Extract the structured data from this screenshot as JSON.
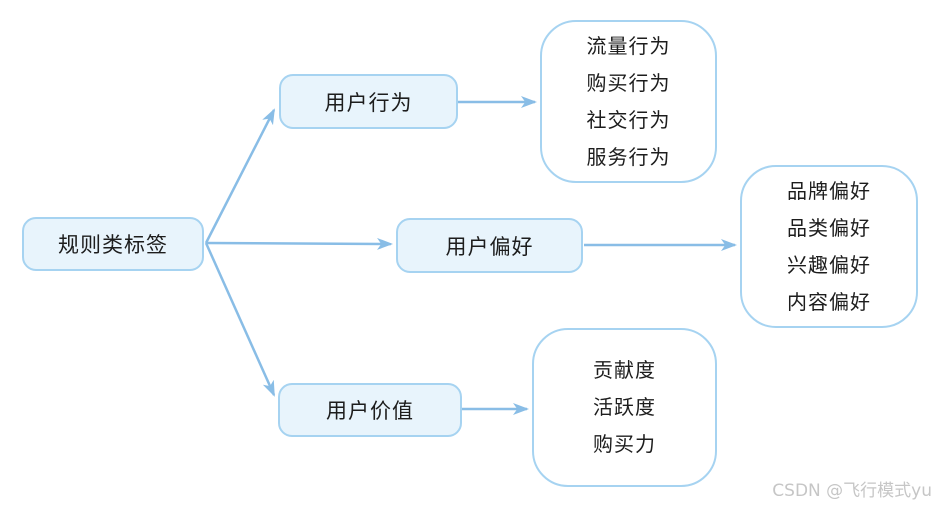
{
  "colors": {
    "arrow": "#89bde6",
    "node_border": "#a6d3f1",
    "node_fill": "#e8f4fc",
    "leaf_fill": "#ffffff",
    "text": "#1d1d1d",
    "watermark": "#c6c6c6"
  },
  "diagram": {
    "root": {
      "label": "规则类标签"
    },
    "branches": [
      {
        "label": "用户行为",
        "items": [
          "流量行为",
          "购买行为",
          "社交行为",
          "服务行为"
        ]
      },
      {
        "label": "用户偏好",
        "items": [
          "品牌偏好",
          "品类偏好",
          "兴趣偏好",
          "内容偏好"
        ]
      },
      {
        "label": "用户价值",
        "items": [
          "贡献度",
          "活跃度",
          "购买力"
        ]
      }
    ]
  },
  "watermark": "CSDN @飞行模式yu"
}
